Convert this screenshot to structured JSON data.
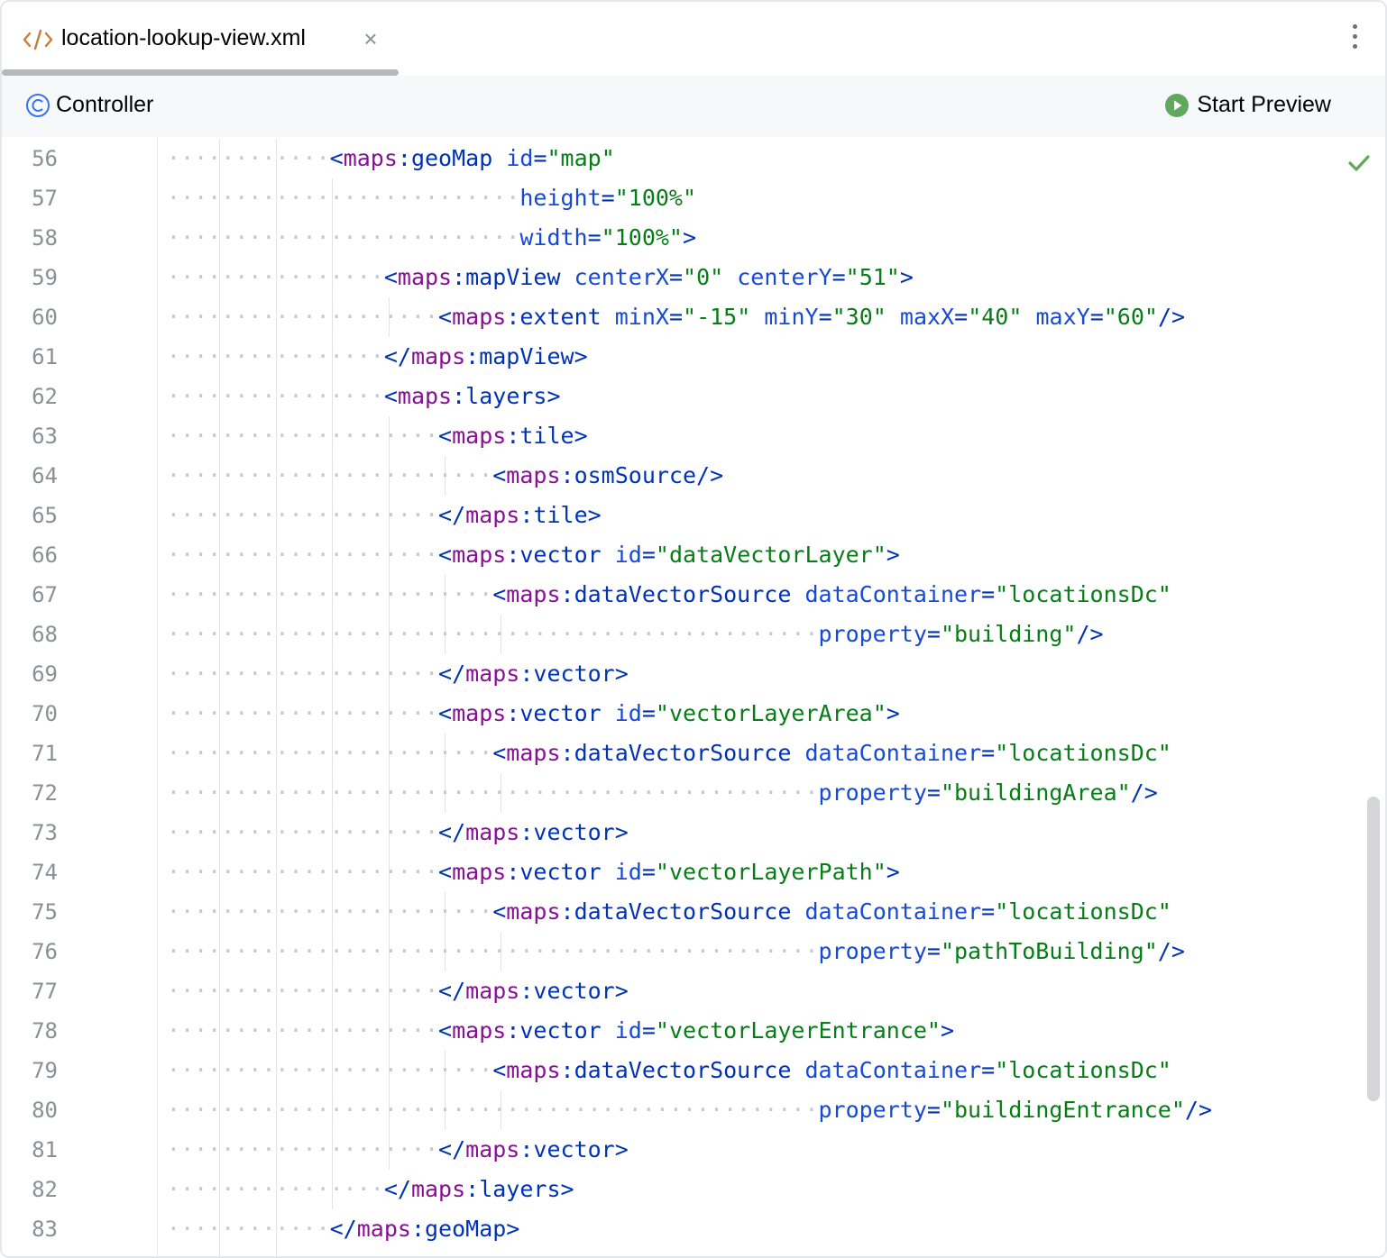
{
  "tab": {
    "title": "location-lookup-view.xml",
    "close_symbol": "×",
    "icon": "xml-file-icon"
  },
  "toolbar": {
    "controller_label": "Controller",
    "preview_label": "Start Preview"
  },
  "editor": {
    "status_icon": "check-icon",
    "lines": [
      {
        "n": "56",
        "indent": 6,
        "tokens": [
          [
            "tag",
            "<"
          ],
          [
            "ns",
            "maps"
          ],
          [
            "tag",
            ":geoMap"
          ],
          [
            "txt",
            " "
          ],
          [
            "attr",
            "id"
          ],
          [
            "tag",
            "="
          ],
          [
            "val",
            "\"map\""
          ]
        ]
      },
      {
        "n": "57",
        "indent": 12,
        "tokens": [
          [
            "ws",
            "··"
          ],
          [
            "attr",
            "height"
          ],
          [
            "tag",
            "="
          ],
          [
            "val",
            "\"100%\""
          ]
        ]
      },
      {
        "n": "58",
        "indent": 12,
        "tokens": [
          [
            "ws",
            "··"
          ],
          [
            "attr",
            "width"
          ],
          [
            "tag",
            "="
          ],
          [
            "val",
            "\"100%\""
          ],
          [
            "tag",
            ">"
          ]
        ]
      },
      {
        "n": "59",
        "indent": 8,
        "tokens": [
          [
            "tag",
            "<"
          ],
          [
            "ns",
            "maps"
          ],
          [
            "tag",
            ":mapView"
          ],
          [
            "txt",
            " "
          ],
          [
            "attr",
            "centerX"
          ],
          [
            "tag",
            "="
          ],
          [
            "val",
            "\"0\""
          ],
          [
            "txt",
            " "
          ],
          [
            "attr",
            "centerY"
          ],
          [
            "tag",
            "="
          ],
          [
            "val",
            "\"51\""
          ],
          [
            "tag",
            ">"
          ]
        ]
      },
      {
        "n": "60",
        "indent": 10,
        "tokens": [
          [
            "tag",
            "<"
          ],
          [
            "ns",
            "maps"
          ],
          [
            "tag",
            ":extent"
          ],
          [
            "txt",
            " "
          ],
          [
            "attr",
            "minX"
          ],
          [
            "tag",
            "="
          ],
          [
            "val",
            "\"-15\""
          ],
          [
            "txt",
            " "
          ],
          [
            "attr",
            "minY"
          ],
          [
            "tag",
            "="
          ],
          [
            "val",
            "\"30\""
          ],
          [
            "txt",
            " "
          ],
          [
            "attr",
            "maxX"
          ],
          [
            "tag",
            "="
          ],
          [
            "val",
            "\"40\""
          ],
          [
            "txt",
            " "
          ],
          [
            "attr",
            "maxY"
          ],
          [
            "tag",
            "="
          ],
          [
            "val",
            "\"60\""
          ],
          [
            "tag",
            "/>"
          ]
        ]
      },
      {
        "n": "61",
        "indent": 8,
        "tokens": [
          [
            "tag",
            "</"
          ],
          [
            "ns",
            "maps"
          ],
          [
            "tag",
            ":mapView>"
          ]
        ]
      },
      {
        "n": "62",
        "indent": 8,
        "tokens": [
          [
            "tag",
            "<"
          ],
          [
            "ns",
            "maps"
          ],
          [
            "tag",
            ":layers>"
          ]
        ]
      },
      {
        "n": "63",
        "indent": 10,
        "tokens": [
          [
            "tag",
            "<"
          ],
          [
            "ns",
            "maps"
          ],
          [
            "tag",
            ":tile>"
          ]
        ]
      },
      {
        "n": "64",
        "indent": 12,
        "tokens": [
          [
            "tag",
            "<"
          ],
          [
            "ns",
            "maps"
          ],
          [
            "tag",
            ":osmSource/>"
          ]
        ]
      },
      {
        "n": "65",
        "indent": 10,
        "tokens": [
          [
            "tag",
            "</"
          ],
          [
            "ns",
            "maps"
          ],
          [
            "tag",
            ":tile>"
          ]
        ]
      },
      {
        "n": "66",
        "indent": 10,
        "tokens": [
          [
            "tag",
            "<"
          ],
          [
            "ns",
            "maps"
          ],
          [
            "tag",
            ":vector"
          ],
          [
            "txt",
            " "
          ],
          [
            "attr",
            "id"
          ],
          [
            "tag",
            "="
          ],
          [
            "val",
            "\"dataVectorLayer\""
          ],
          [
            "tag",
            ">"
          ]
        ]
      },
      {
        "n": "67",
        "indent": 12,
        "tokens": [
          [
            "tag",
            "<"
          ],
          [
            "ns",
            "maps"
          ],
          [
            "tag",
            ":dataVectorSource"
          ],
          [
            "txt",
            " "
          ],
          [
            "attr",
            "dataContainer"
          ],
          [
            "tag",
            "="
          ],
          [
            "val",
            "\"locationsDc\""
          ]
        ]
      },
      {
        "n": "68",
        "indent": 23,
        "tokens": [
          [
            "ws",
            "··"
          ],
          [
            "attr",
            "property"
          ],
          [
            "tag",
            "="
          ],
          [
            "val",
            "\"building\""
          ],
          [
            "tag",
            "/>"
          ]
        ]
      },
      {
        "n": "69",
        "indent": 10,
        "tokens": [
          [
            "tag",
            "</"
          ],
          [
            "ns",
            "maps"
          ],
          [
            "tag",
            ":vector>"
          ]
        ]
      },
      {
        "n": "70",
        "indent": 10,
        "tokens": [
          [
            "tag",
            "<"
          ],
          [
            "ns",
            "maps"
          ],
          [
            "tag",
            ":vector"
          ],
          [
            "txt",
            " "
          ],
          [
            "attr",
            "id"
          ],
          [
            "tag",
            "="
          ],
          [
            "val",
            "\"vectorLayerArea\""
          ],
          [
            "tag",
            ">"
          ]
        ]
      },
      {
        "n": "71",
        "indent": 12,
        "tokens": [
          [
            "tag",
            "<"
          ],
          [
            "ns",
            "maps"
          ],
          [
            "tag",
            ":dataVectorSource"
          ],
          [
            "txt",
            " "
          ],
          [
            "attr",
            "dataContainer"
          ],
          [
            "tag",
            "="
          ],
          [
            "val",
            "\"locationsDc\""
          ]
        ]
      },
      {
        "n": "72",
        "indent": 23,
        "tokens": [
          [
            "ws",
            "··"
          ],
          [
            "attr",
            "property"
          ],
          [
            "tag",
            "="
          ],
          [
            "val",
            "\"buildingArea\""
          ],
          [
            "tag",
            "/>"
          ]
        ]
      },
      {
        "n": "73",
        "indent": 10,
        "tokens": [
          [
            "tag",
            "</"
          ],
          [
            "ns",
            "maps"
          ],
          [
            "tag",
            ":vector>"
          ]
        ]
      },
      {
        "n": "74",
        "indent": 10,
        "tokens": [
          [
            "tag",
            "<"
          ],
          [
            "ns",
            "maps"
          ],
          [
            "tag",
            ":vector"
          ],
          [
            "txt",
            " "
          ],
          [
            "attr",
            "id"
          ],
          [
            "tag",
            "="
          ],
          [
            "val",
            "\"vectorLayerPath\""
          ],
          [
            "tag",
            ">"
          ]
        ]
      },
      {
        "n": "75",
        "indent": 12,
        "tokens": [
          [
            "tag",
            "<"
          ],
          [
            "ns",
            "maps"
          ],
          [
            "tag",
            ":dataVectorSource"
          ],
          [
            "txt",
            " "
          ],
          [
            "attr",
            "dataContainer"
          ],
          [
            "tag",
            "="
          ],
          [
            "val",
            "\"locationsDc\""
          ]
        ]
      },
      {
        "n": "76",
        "indent": 23,
        "tokens": [
          [
            "ws",
            "··"
          ],
          [
            "attr",
            "property"
          ],
          [
            "tag",
            "="
          ],
          [
            "val",
            "\"pathToBuilding\""
          ],
          [
            "tag",
            "/>"
          ]
        ]
      },
      {
        "n": "77",
        "indent": 10,
        "tokens": [
          [
            "tag",
            "</"
          ],
          [
            "ns",
            "maps"
          ],
          [
            "tag",
            ":vector>"
          ]
        ]
      },
      {
        "n": "78",
        "indent": 10,
        "tokens": [
          [
            "tag",
            "<"
          ],
          [
            "ns",
            "maps"
          ],
          [
            "tag",
            ":vector"
          ],
          [
            "txt",
            " "
          ],
          [
            "attr",
            "id"
          ],
          [
            "tag",
            "="
          ],
          [
            "val",
            "\"vectorLayerEntrance\""
          ],
          [
            "tag",
            ">"
          ]
        ]
      },
      {
        "n": "79",
        "indent": 12,
        "tokens": [
          [
            "tag",
            "<"
          ],
          [
            "ns",
            "maps"
          ],
          [
            "tag",
            ":dataVectorSource"
          ],
          [
            "txt",
            " "
          ],
          [
            "attr",
            "dataContainer"
          ],
          [
            "tag",
            "="
          ],
          [
            "val",
            "\"locationsDc\""
          ]
        ]
      },
      {
        "n": "80",
        "indent": 23,
        "tokens": [
          [
            "ws",
            "··"
          ],
          [
            "attr",
            "property"
          ],
          [
            "tag",
            "="
          ],
          [
            "val",
            "\"buildingEntrance\""
          ],
          [
            "tag",
            "/>"
          ]
        ]
      },
      {
        "n": "81",
        "indent": 10,
        "tokens": [
          [
            "tag",
            "</"
          ],
          [
            "ns",
            "maps"
          ],
          [
            "tag",
            ":vector>"
          ]
        ]
      },
      {
        "n": "82",
        "indent": 8,
        "tokens": [
          [
            "tag",
            "</"
          ],
          [
            "ns",
            "maps"
          ],
          [
            "tag",
            ":layers>"
          ]
        ]
      },
      {
        "n": "83",
        "indent": 6,
        "tokens": [
          [
            "tag",
            "</"
          ],
          [
            "ns",
            "maps"
          ],
          [
            "tag",
            ":geoMap>"
          ]
        ]
      }
    ]
  }
}
